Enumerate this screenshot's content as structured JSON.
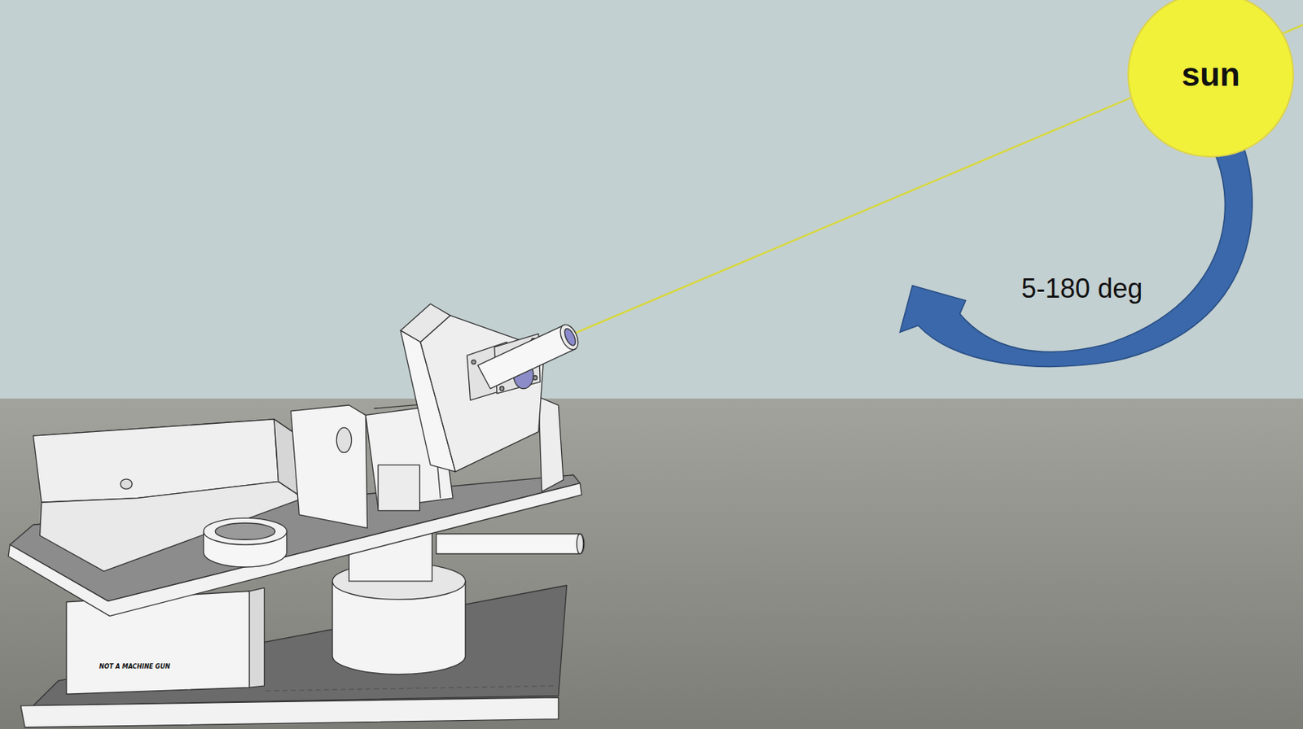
{
  "diagram": {
    "nodes": [
      {
        "text": [
          "sun"
        ]
      }
    ],
    "labels": [
      "5-180 deg",
      "NOT A MACHINE GUN"
    ]
  }
}
